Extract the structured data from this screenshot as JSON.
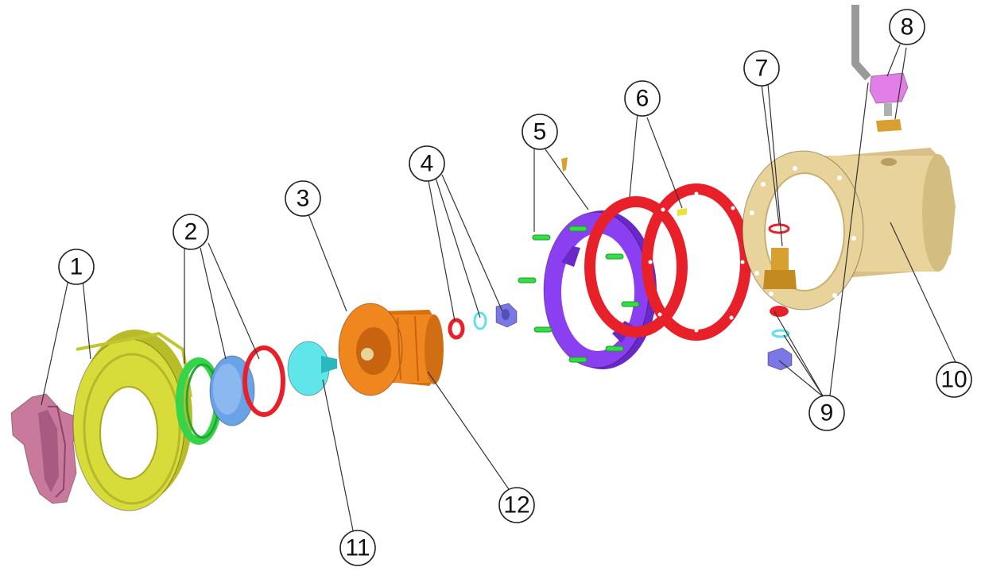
{
  "diagram": {
    "callouts": [
      {
        "id": "callout-1",
        "label": "1"
      },
      {
        "id": "callout-2",
        "label": "2"
      },
      {
        "id": "callout-3",
        "label": "3"
      },
      {
        "id": "callout-4",
        "label": "4"
      },
      {
        "id": "callout-5",
        "label": "5"
      },
      {
        "id": "callout-6",
        "label": "6"
      },
      {
        "id": "callout-7",
        "label": "7"
      },
      {
        "id": "callout-8",
        "label": "8"
      },
      {
        "id": "callout-9",
        "label": "9"
      },
      {
        "id": "callout-10",
        "label": "10"
      },
      {
        "id": "callout-11",
        "label": "11"
      },
      {
        "id": "callout-12",
        "label": "12"
      }
    ],
    "colors": {
      "handle": "#c97a9c",
      "front_flange": "#d8dc3a",
      "green_ring": "#35d44a",
      "lens": "#6aa2e8",
      "red_seal": "#e8202a",
      "cone": "#5ee6ea",
      "orange_body": "#f0861e",
      "purple_ring": "#8a3ff0",
      "green_bolt": "#33dd44",
      "brass": "#d8a030",
      "housing": "#e8d49a",
      "pink_gland": "#e27ee8",
      "blue_nut": "#7b78e6",
      "cyan_oring": "#5fe0ea",
      "grey_cable": "#9a9a9a"
    }
  }
}
